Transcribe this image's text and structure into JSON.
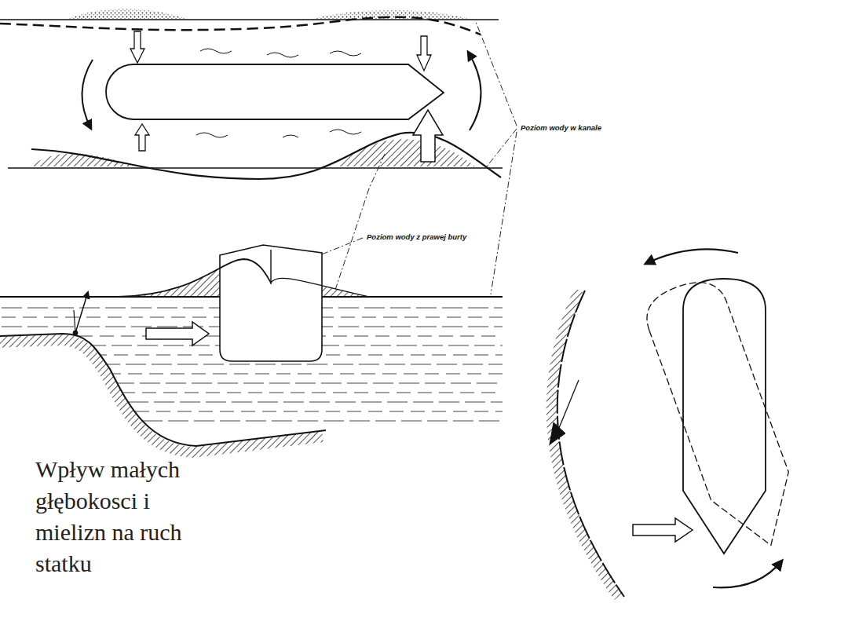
{
  "diagram": {
    "caption": "Wpływ małych głębokosci i mielizn na ruch statku",
    "labels": [
      "Poziom wody w kanale",
      "Poziom wody z prawej burty"
    ]
  }
}
